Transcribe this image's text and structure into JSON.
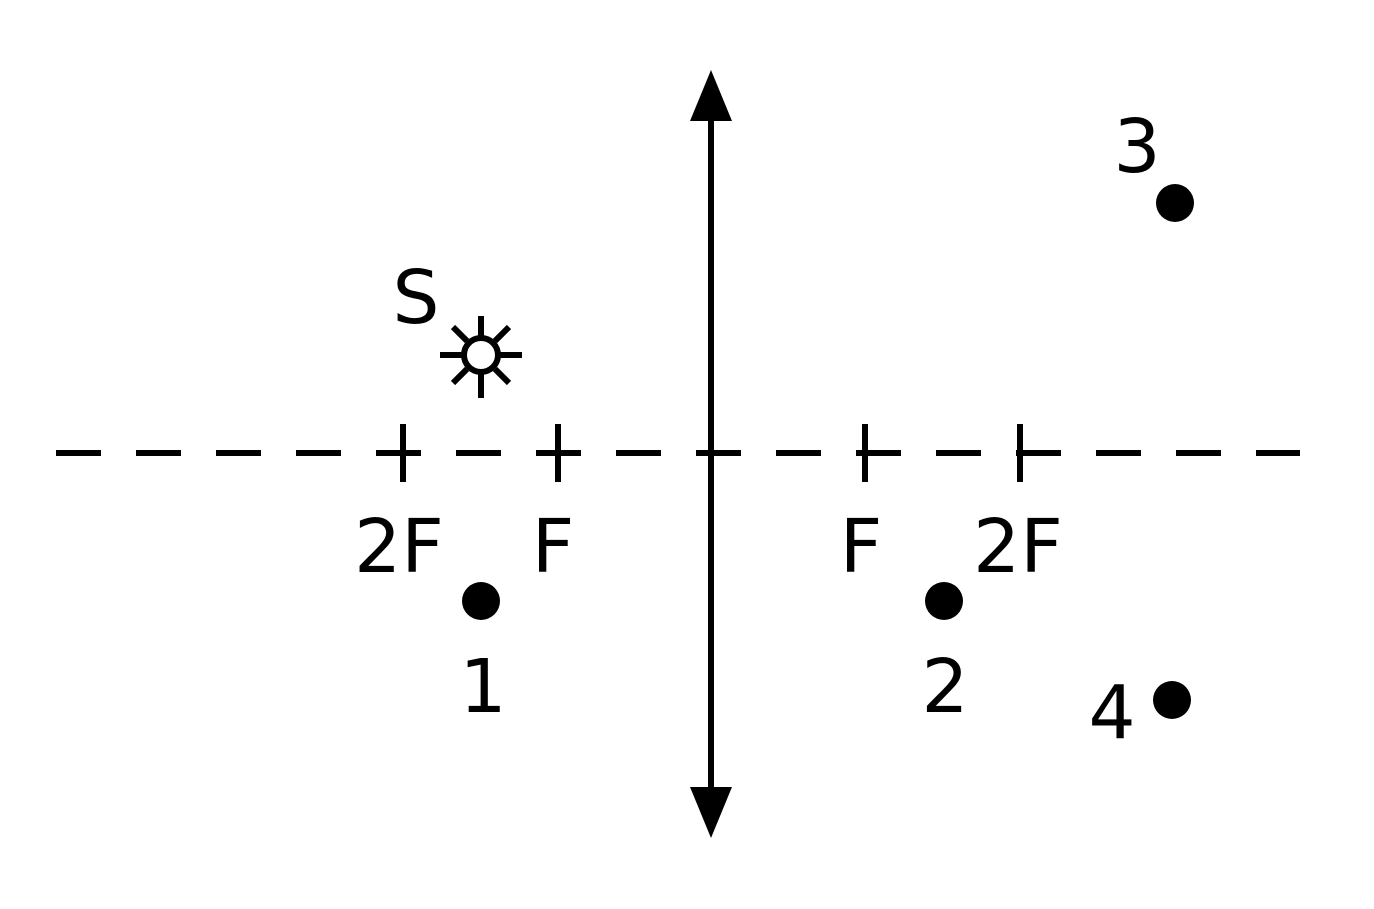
{
  "diagram": {
    "source_label": "S",
    "focus_labels": {
      "left_2f": "2F",
      "left_f": "F",
      "right_f": "F",
      "right_2f": "2F"
    },
    "points": [
      {
        "label": "1"
      },
      {
        "label": "2"
      },
      {
        "label": "3"
      },
      {
        "label": "4"
      }
    ],
    "icons": {
      "source": "sun-icon",
      "lens": "double-arrow-lens-icon",
      "point": "dot-icon"
    },
    "colors": {
      "ink": "#000000",
      "background": "#ffffff"
    }
  }
}
